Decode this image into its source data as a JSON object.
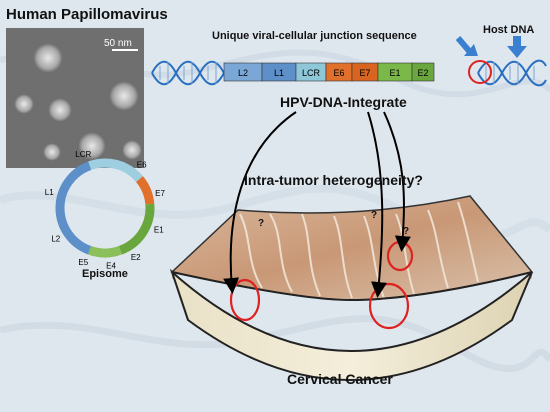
{
  "title": "Human Papillomavirus",
  "scale_bar_label": "50 nm",
  "junction_label": "Unique viral-cellular junction sequence",
  "host_dna_label": "Host DNA",
  "integrate_label": "HPV-DNA-Integrate",
  "heterogeneity_label": "Intra-tumor heterogeneity?",
  "question_mark": "?",
  "episome_label": "Episome",
  "cancer_label": "Cervical Cancer",
  "genome_segments": [
    {
      "label": "L2",
      "color": "#7aa7d6"
    },
    {
      "label": "L1",
      "color": "#5d8fc8"
    },
    {
      "label": "LCR",
      "color": "#8ec7d8"
    },
    {
      "label": "E6",
      "color": "#e0702a"
    },
    {
      "label": "E7",
      "color": "#d8641f"
    },
    {
      "label": "E1",
      "color": "#7ab84a"
    },
    {
      "label": "E2",
      "color": "#6aa63e"
    }
  ],
  "episome_genes": [
    "LCR",
    "E6",
    "E7",
    "E1",
    "E2",
    "E4",
    "E5",
    "L2",
    "L1"
  ],
  "colors": {
    "circle_red": "#dd2222",
    "dna_blue": "#2a6fc0",
    "tissue_top": "#c89a7a",
    "bowl_side": "#efe8cf"
  }
}
